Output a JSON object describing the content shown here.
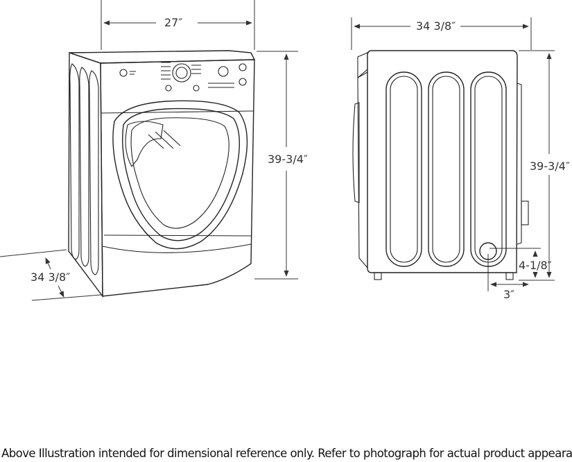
{
  "front_view": {
    "width_label": "27″",
    "height_label": "39-3/4″",
    "depth_label": "34 3/8″"
  },
  "side_view": {
    "depth_label": "34 3/8″",
    "height_label": "39-3/4″",
    "vent_height_label": "4-1/8″",
    "vent_offset_label": "3″"
  },
  "caption": "Above Illustration intended for dimensional reference only. Refer to photograph for actual product appearance."
}
